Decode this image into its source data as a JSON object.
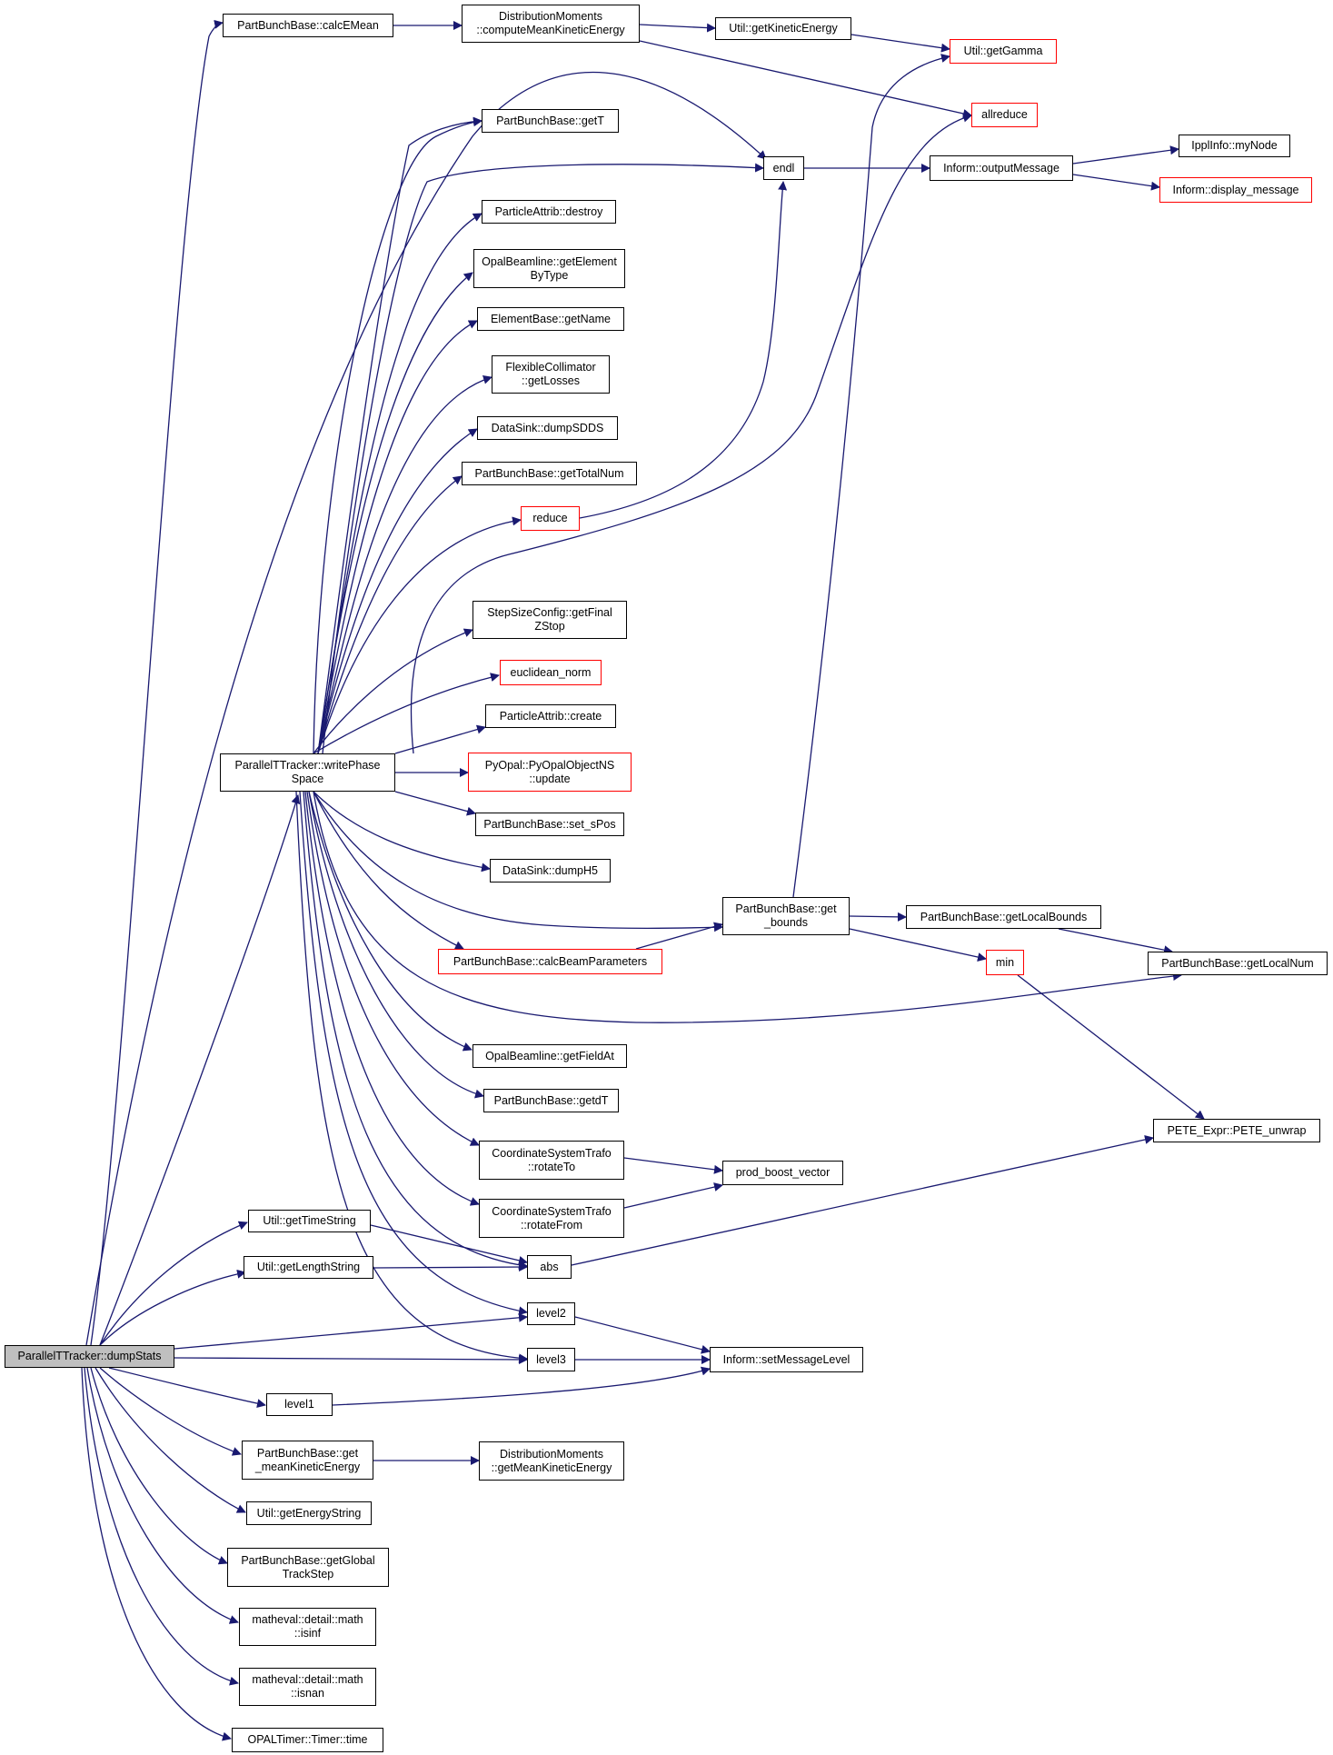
{
  "colors": {
    "edge": "#191970",
    "node_border": "#000000",
    "truncated_node_border": "#ff0000",
    "root_fill": "#bfbfbf"
  },
  "nodes": {
    "root": "ParallelTTracker::dumpStats",
    "calcEMean": "PartBunchBase::calcEMean",
    "computeMeanKE": "DistributionMoments\n::computeMeanKineticEnergy",
    "getKineticEnergy": "Util::getKineticEnergy",
    "getGamma": "Util::getGamma",
    "allreduce": "allreduce",
    "getT": "PartBunchBase::getT",
    "endl": "endl",
    "outputMessage": "Inform::outputMessage",
    "myNode": "IpplInfo::myNode",
    "displayMessage": "Inform::display_message",
    "destroy": "ParticleAttrib::destroy",
    "getElementByType": "OpalBeamline::getElement\nByType",
    "getName": "ElementBase::getName",
    "getLosses": "FlexibleCollimator\n::getLosses",
    "dumpSDDS": "DataSink::dumpSDDS",
    "getTotalNum": "PartBunchBase::getTotalNum",
    "reduce": "reduce",
    "getFinalZStop": "StepSizeConfig::getFinal\nZStop",
    "euclideanNorm": "euclidean_norm",
    "create": "ParticleAttrib::create",
    "writePhaseSpace": "ParallelTTracker::writePhase\nSpace",
    "pyUpdate": "PyOpal::PyOpalObjectNS\n::update",
    "setSPos": "PartBunchBase::set_sPos",
    "dumpH5": "DataSink::dumpH5",
    "getBounds": "PartBunchBase::get\n_bounds",
    "getLocalBounds": "PartBunchBase::getLocalBounds",
    "calcBeamParameters": "PartBunchBase::calcBeamParameters",
    "min": "min",
    "getLocalNum": "PartBunchBase::getLocalNum",
    "getFieldAt": "OpalBeamline::getFieldAt",
    "getdT": "PartBunchBase::getdT",
    "peteUnwrap": "PETE_Expr::PETE_unwrap",
    "rotateTo": "CoordinateSystemTrafo\n::rotateTo",
    "prodBoostVector": "prod_boost_vector",
    "rotateFrom": "CoordinateSystemTrafo\n::rotateFrom",
    "getTimeString": "Util::getTimeString",
    "getLengthString": "Util::getLengthString",
    "abs": "abs",
    "level2": "level2",
    "level3": "level3",
    "setMessageLevel": "Inform::setMessageLevel",
    "level1": "level1",
    "getMeanKE": "PartBunchBase::get\n_meanKineticEnergy",
    "dmGetMeanKE": "DistributionMoments\n::getMeanKineticEnergy",
    "getEnergyString": "Util::getEnergyString",
    "getGlobalTrackStep": "PartBunchBase::getGlobal\nTrackStep",
    "isinf": "matheval::detail::math\n::isinf",
    "isnan": "matheval::detail::math\n::isnan",
    "timerTime": "OPALTimer::Timer::time"
  }
}
